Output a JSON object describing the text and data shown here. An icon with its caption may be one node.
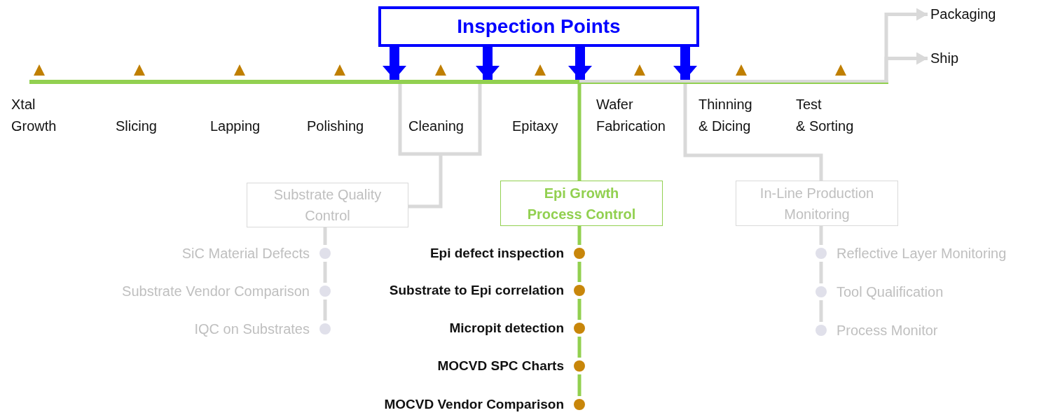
{
  "diagram": {
    "nodes": [
      {
        "text": [
          "Inspection Points"
        ]
      },
      {
        "text": [],
        "shape": "bar"
      },
      {
        "text": [
          "Xtal Growth"
        ]
      },
      {
        "text": [
          "Slicing"
        ]
      },
      {
        "text": [
          "Lapping"
        ]
      },
      {
        "text": [
          "Polishing"
        ]
      },
      {
        "text": [
          "Cleaning"
        ]
      },
      {
        "text": [
          "Epitaxy"
        ]
      },
      {
        "text": [
          "Wafer Fabrication"
        ]
      },
      {
        "text": [
          "Thinning & Dicing"
        ]
      },
      {
        "text": [
          "Test & Sorting"
        ]
      },
      {
        "text": [
          "Packaging"
        ]
      },
      {
        "text": [
          "Ship"
        ]
      },
      {
        "text": [
          "Substrate Quality Control"
        ]
      },
      {
        "text": [
          "Epi Growth Process Control"
        ]
      },
      {
        "text": [
          "In-Line Production Monitoring"
        ]
      },
      {
        "text": [
          "SiC Material Defects"
        ]
      },
      {
        "text": [
          "Substrate Vendor Comparison"
        ]
      },
      {
        "text": [
          "IQC on Substrates"
        ]
      },
      {
        "text": [
          "Epi defect inspection"
        ]
      },
      {
        "text": [
          "Substrate to Epi correlation"
        ]
      },
      {
        "text": [
          "Micropit detection"
        ]
      },
      {
        "text": [
          "MOCVD SPC Charts"
        ]
      },
      {
        "text": [
          "MOCVD Vendor Comparison"
        ]
      },
      {
        "text": [
          "Reflective Layer Monitoring"
        ]
      },
      {
        "text": [
          "Tool Qualification"
        ]
      },
      {
        "text": [
          "Process Monitor"
        ]
      }
    ],
    "edges": [
      {
        "from": 0,
        "to": 1,
        "arrow": "to",
        "style": "thick",
        "color": "#0000ff"
      },
      {
        "from": 0,
        "to": 1,
        "arrow": "to",
        "style": "thick",
        "color": "#0000ff"
      },
      {
        "from": 0,
        "to": 1,
        "arrow": "to",
        "style": "thick",
        "color": "#0000ff"
      },
      {
        "from": 0,
        "to": 1,
        "arrow": "to",
        "style": "thick",
        "color": "#0000ff"
      },
      {
        "from": 1,
        "to": 11,
        "arrow": "to"
      },
      {
        "from": 1,
        "to": 12,
        "arrow": "to"
      },
      {
        "from": 1,
        "to": 13,
        "arrow": "none"
      },
      {
        "from": 1,
        "to": 14,
        "arrow": "none",
        "color": "#92d050"
      },
      {
        "from": 1,
        "to": 15,
        "arrow": "none"
      },
      {
        "from": 13,
        "to": 16,
        "arrow": "none"
      },
      {
        "from": 16,
        "to": 17,
        "arrow": "none"
      },
      {
        "from": 17,
        "to": 18,
        "arrow": "none"
      },
      {
        "from": 14,
        "to": 19,
        "arrow": "none",
        "color": "#92d050"
      },
      {
        "from": 19,
        "to": 20,
        "arrow": "none",
        "color": "#92d050"
      },
      {
        "from": 20,
        "to": 21,
        "arrow": "none",
        "color": "#92d050"
      },
      {
        "from": 21,
        "to": 22,
        "arrow": "none",
        "color": "#92d050"
      },
      {
        "from": 22,
        "to": 23,
        "arrow": "none",
        "color": "#92d050"
      },
      {
        "from": 15,
        "to": 24,
        "arrow": "none"
      },
      {
        "from": 24,
        "to": 25,
        "arrow": "none"
      },
      {
        "from": 25,
        "to": 26,
        "arrow": "none"
      }
    ]
  }
}
